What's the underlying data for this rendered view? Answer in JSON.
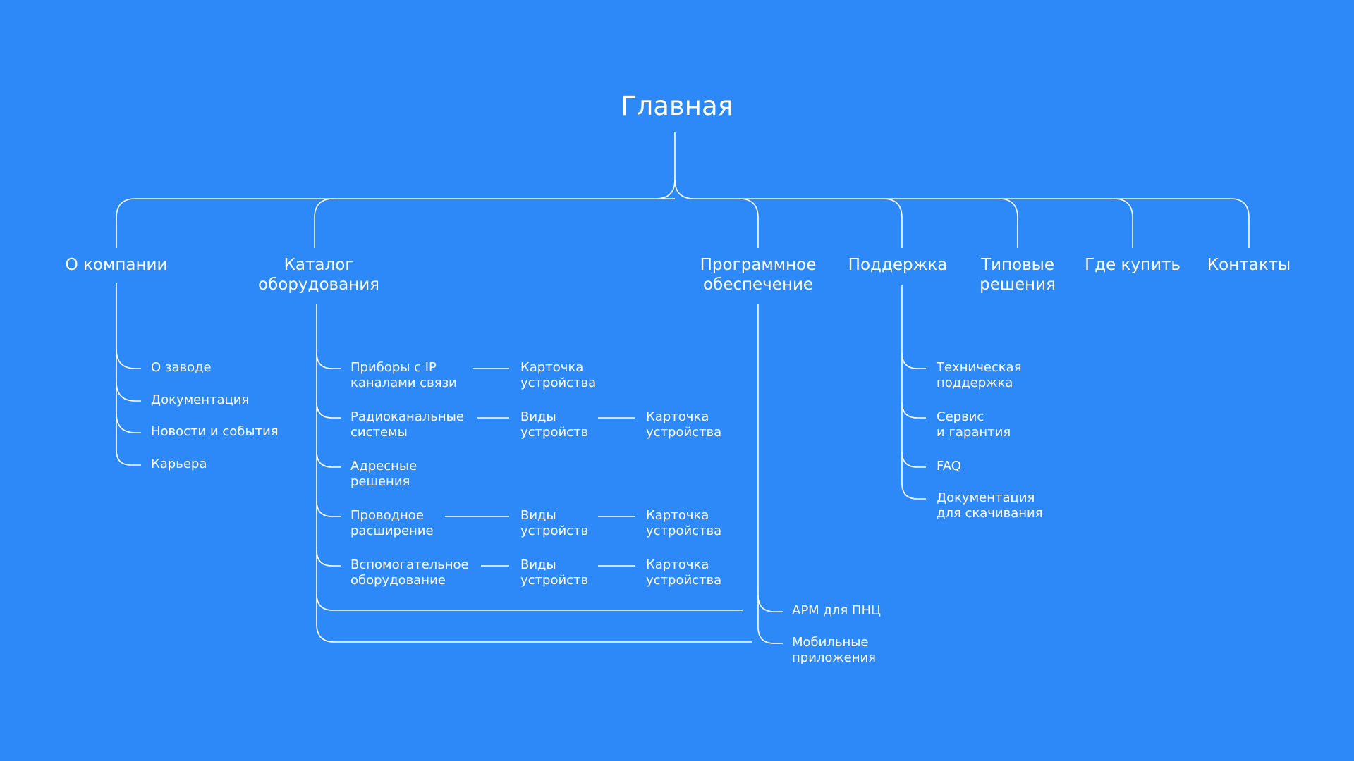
{
  "background_color": "#2d89f8",
  "line_color": "#ffffff",
  "root": {
    "label": "Главная"
  },
  "sections": {
    "about": {
      "lines": [
        "О компании"
      ]
    },
    "catalog": {
      "lines": [
        "Каталог",
        "оборудования"
      ]
    },
    "software": {
      "lines": [
        "Программное",
        "обеспечение"
      ]
    },
    "support": {
      "lines": [
        "Поддержка"
      ]
    },
    "solutions": {
      "lines": [
        "Типовые",
        "решения"
      ]
    },
    "buy": {
      "lines": [
        "Где купить"
      ]
    },
    "contacts": {
      "lines": [
        "Контакты"
      ]
    }
  },
  "about_items": [
    {
      "lines": [
        "О заводе"
      ]
    },
    {
      "lines": [
        "Документация"
      ]
    },
    {
      "lines": [
        "Новости и события"
      ]
    },
    {
      "lines": [
        "Карьера"
      ]
    }
  ],
  "catalog_items": [
    {
      "lines": [
        "Приборы с IP",
        "каналами связи"
      ]
    },
    {
      "lines": [
        "Радиоканальные",
        "системы"
      ]
    },
    {
      "lines": [
        "Адресные",
        "решения"
      ]
    },
    {
      "lines": [
        "Проводное",
        "расширение"
      ]
    },
    {
      "lines": [
        "Вспомогательное",
        "оборудование"
      ]
    }
  ],
  "catalog_chains": {
    "ip_card": {
      "lines": [
        "Карточка",
        "устройства"
      ]
    },
    "radio_types": {
      "lines": [
        "Виды",
        "устройств"
      ]
    },
    "radio_card": {
      "lines": [
        "Карточка",
        "устройства"
      ]
    },
    "wired_types": {
      "lines": [
        "Виды",
        "устройств"
      ]
    },
    "wired_card": {
      "lines": [
        "Карточка",
        "устройства"
      ]
    },
    "aux_types": {
      "lines": [
        "Виды",
        "устройств"
      ]
    },
    "aux_card": {
      "lines": [
        "Карточка",
        "устройства"
      ]
    }
  },
  "software_items": [
    {
      "lines": [
        "АРМ для ПНЦ"
      ]
    },
    {
      "lines": [
        "Мобильные",
        "приложения"
      ]
    }
  ],
  "support_items": [
    {
      "lines": [
        "Техническая",
        "поддержка"
      ]
    },
    {
      "lines": [
        "Сервис",
        "и гарантия"
      ]
    },
    {
      "lines": [
        "FAQ"
      ]
    },
    {
      "lines": [
        "Документация",
        "для скачивания"
      ]
    }
  ]
}
